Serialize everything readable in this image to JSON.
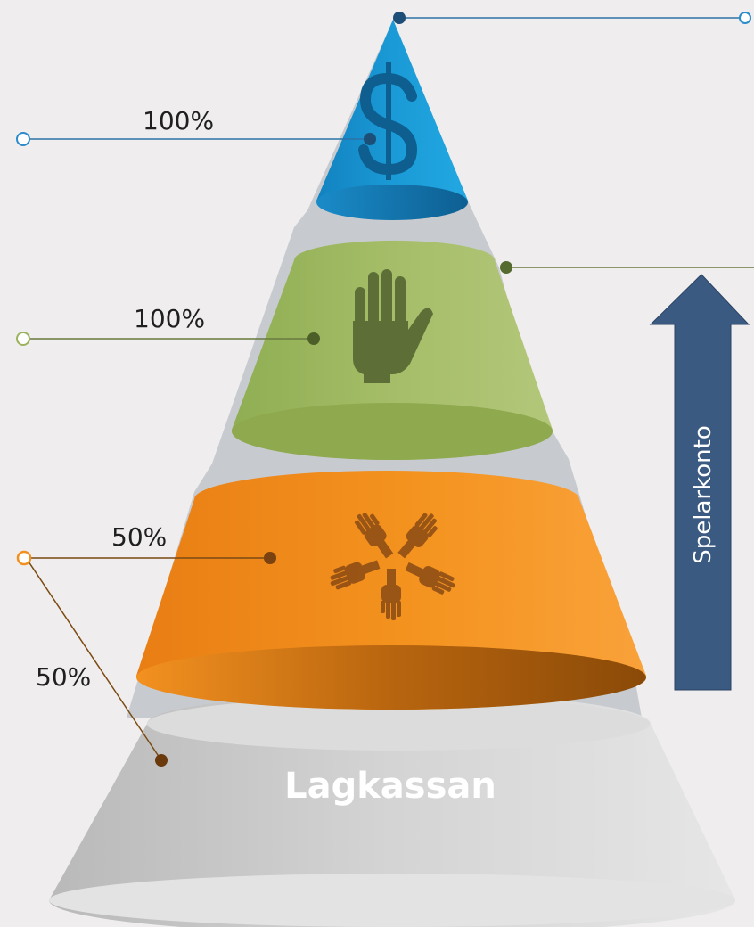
{
  "diagram": {
    "base_label": "Lagkassan",
    "arrow_label": "Spelarkonto",
    "levels": [
      {
        "percent": "100%",
        "icon": "dollar-icon",
        "color": "#1592cf"
      },
      {
        "percent": "100%",
        "icon": "hand-icon",
        "color": "#9bb35c"
      },
      {
        "percent": "50%",
        "icon": "team-hands-icon",
        "color": "#f0901f"
      }
    ],
    "base_percent": "50%",
    "base_color": "#c9c9c9",
    "arrow_color": "#3b5a82"
  }
}
